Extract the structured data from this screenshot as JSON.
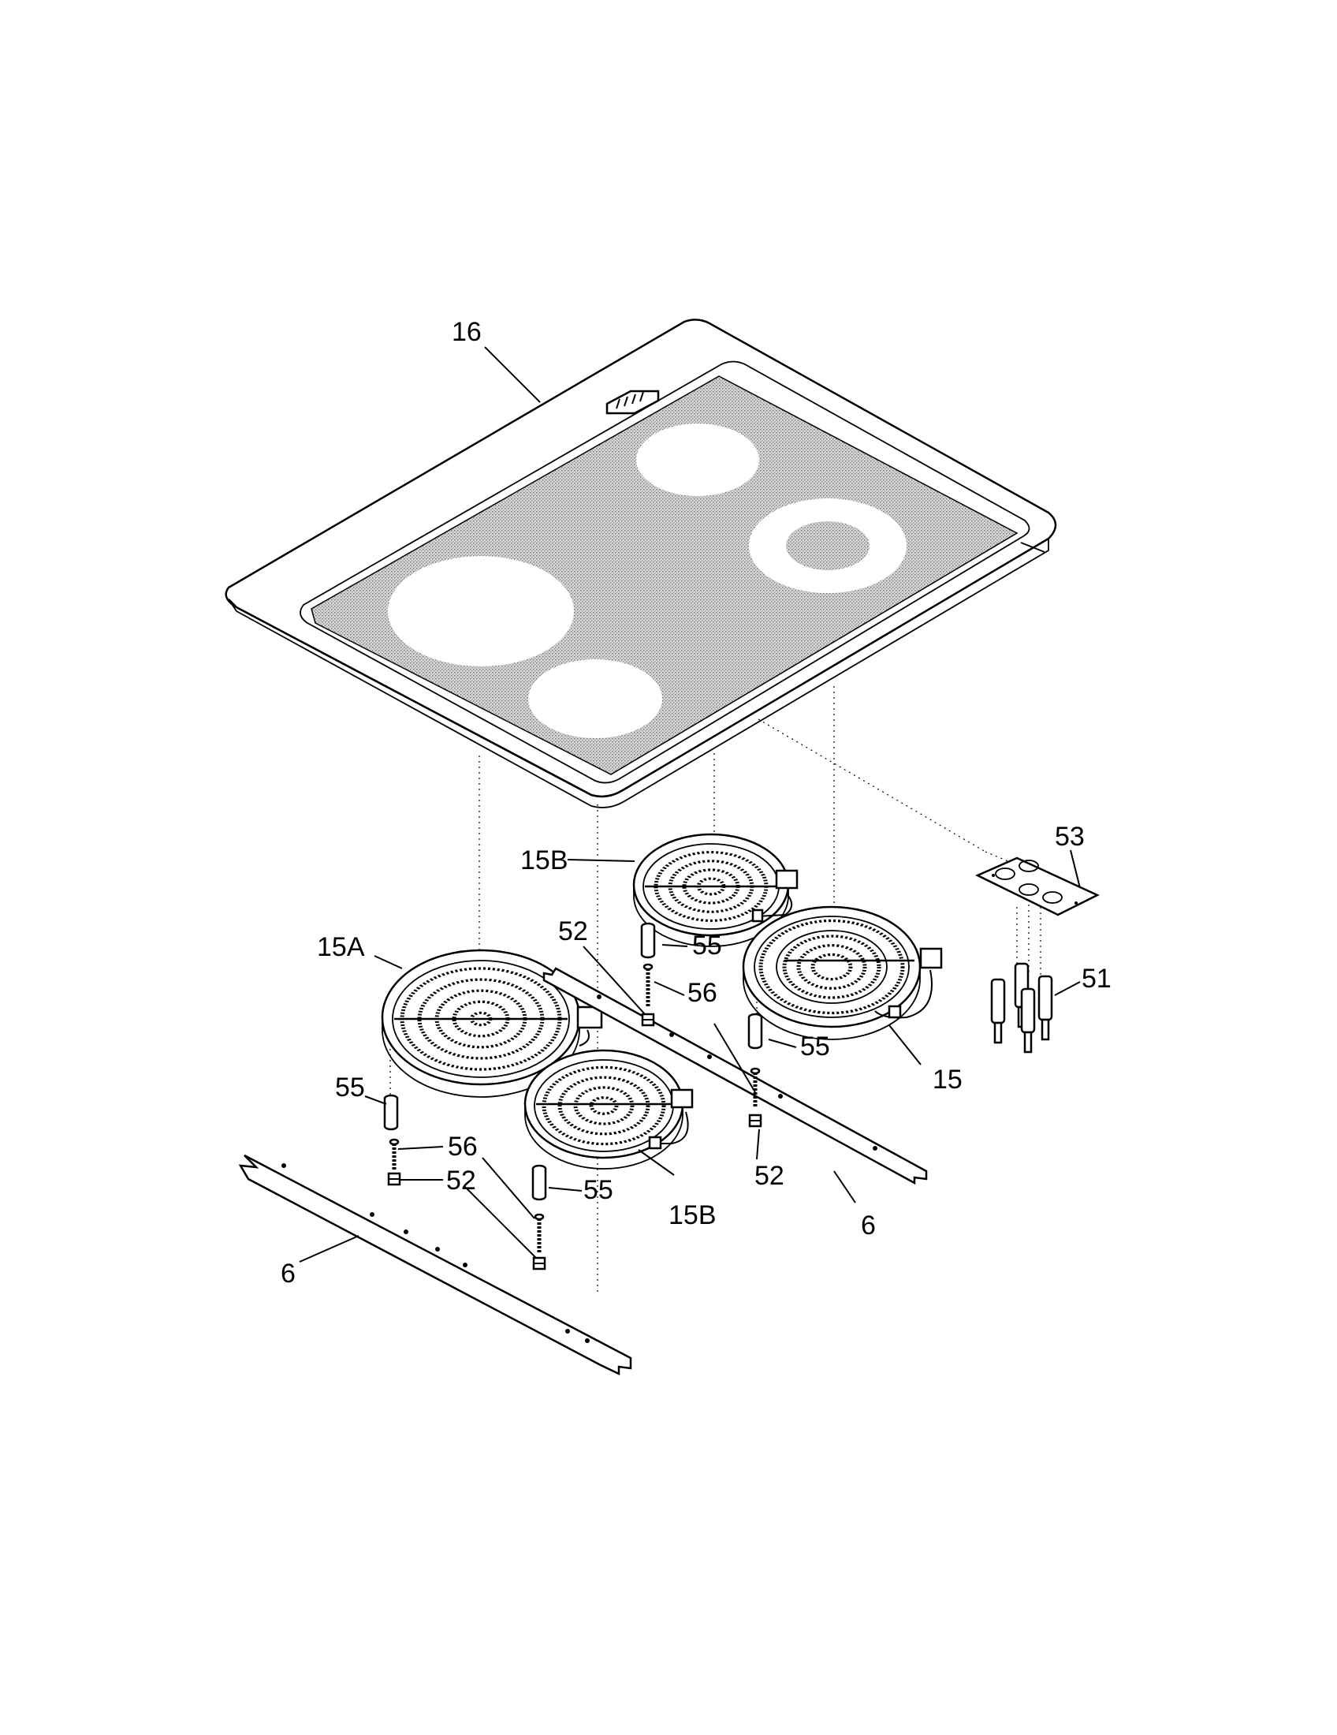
{
  "diagram": {
    "labels": {
      "cooktop": "16",
      "element_right_rear": "15B",
      "element_left_front": "15A",
      "element_right_front": "15",
      "element_left_rear": "15B",
      "switch_plate": "53",
      "switches": "51",
      "screw_upper": "52",
      "spacer_upper": "55",
      "bolt_upper": "56",
      "spacer_right": "55",
      "nut_right": "52",
      "bracket_right": "6",
      "spacer_left": "55",
      "bolt_left": "56",
      "nut_left": "52",
      "spacer_center": "55",
      "bracket_left": "6"
    },
    "colors": {
      "line": "#000000",
      "background": "#ffffff",
      "glass": "#bdbdbd"
    }
  }
}
